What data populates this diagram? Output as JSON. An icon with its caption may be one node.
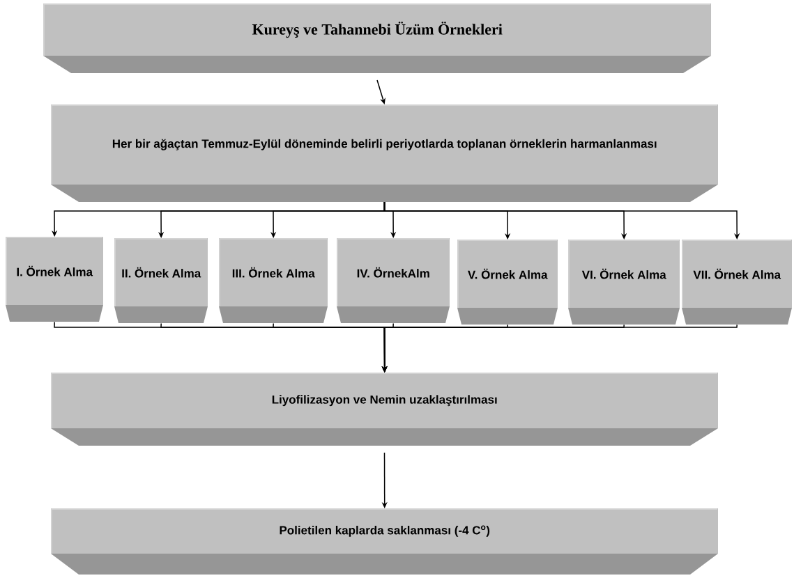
{
  "diagram": {
    "nodes": [
      {
        "text": [
          "Kureyş ve Tahannebi Üzüm Örnekleri"
        ]
      },
      {
        "text": [
          "Her bir ağaçtan Temmuz-Eylül döneminde belirli periyotlarda toplanan örneklerin harmanlanması"
        ]
      },
      {
        "text": [
          "I. Örnek Alma"
        ]
      },
      {
        "text": [
          "II. Örnek Alma"
        ]
      },
      {
        "text": [
          "III. Örnek Alma"
        ]
      },
      {
        "text": [
          "IV. ÖrnekAlm"
        ]
      },
      {
        "text": [
          "V. Örnek Alma"
        ]
      },
      {
        "text": [
          "VI. Örnek Alma"
        ]
      },
      {
        "text": [
          "VII. Örnek Alma"
        ]
      },
      {
        "text": [
          "Liyofilizasyon ve Nemin uzaklaştırılması"
        ]
      },
      {
        "text": [
          "Polietilen kaplarda saklanması (-4 C$^{o}$)"
        ]
      }
    ],
    "edges": [
      {
        "from": 0,
        "to": 1,
        "arrow": "to"
      },
      {
        "from": 1,
        "to": 2,
        "arrow": "to"
      },
      {
        "from": 1,
        "to": 3,
        "arrow": "to"
      },
      {
        "from": 1,
        "to": 4,
        "arrow": "to"
      },
      {
        "from": 1,
        "to": 5,
        "arrow": "to"
      },
      {
        "from": 1,
        "to": 6,
        "arrow": "to"
      },
      {
        "from": 1,
        "to": 7,
        "arrow": "to"
      },
      {
        "from": 1,
        "to": 8,
        "arrow": "to"
      },
      {
        "from": 2,
        "to": 9,
        "arrow": "to"
      },
      {
        "from": 3,
        "to": 9,
        "arrow": "to"
      },
      {
        "from": 4,
        "to": 9,
        "arrow": "to"
      },
      {
        "from": 5,
        "to": 9,
        "arrow": "to"
      },
      {
        "from": 6,
        "to": 9,
        "arrow": "to"
      },
      {
        "from": 7,
        "to": 9,
        "arrow": "to"
      },
      {
        "from": 8,
        "to": 9,
        "arrow": "to"
      },
      {
        "from": 9,
        "to": 10,
        "arrow": "to"
      }
    ]
  }
}
